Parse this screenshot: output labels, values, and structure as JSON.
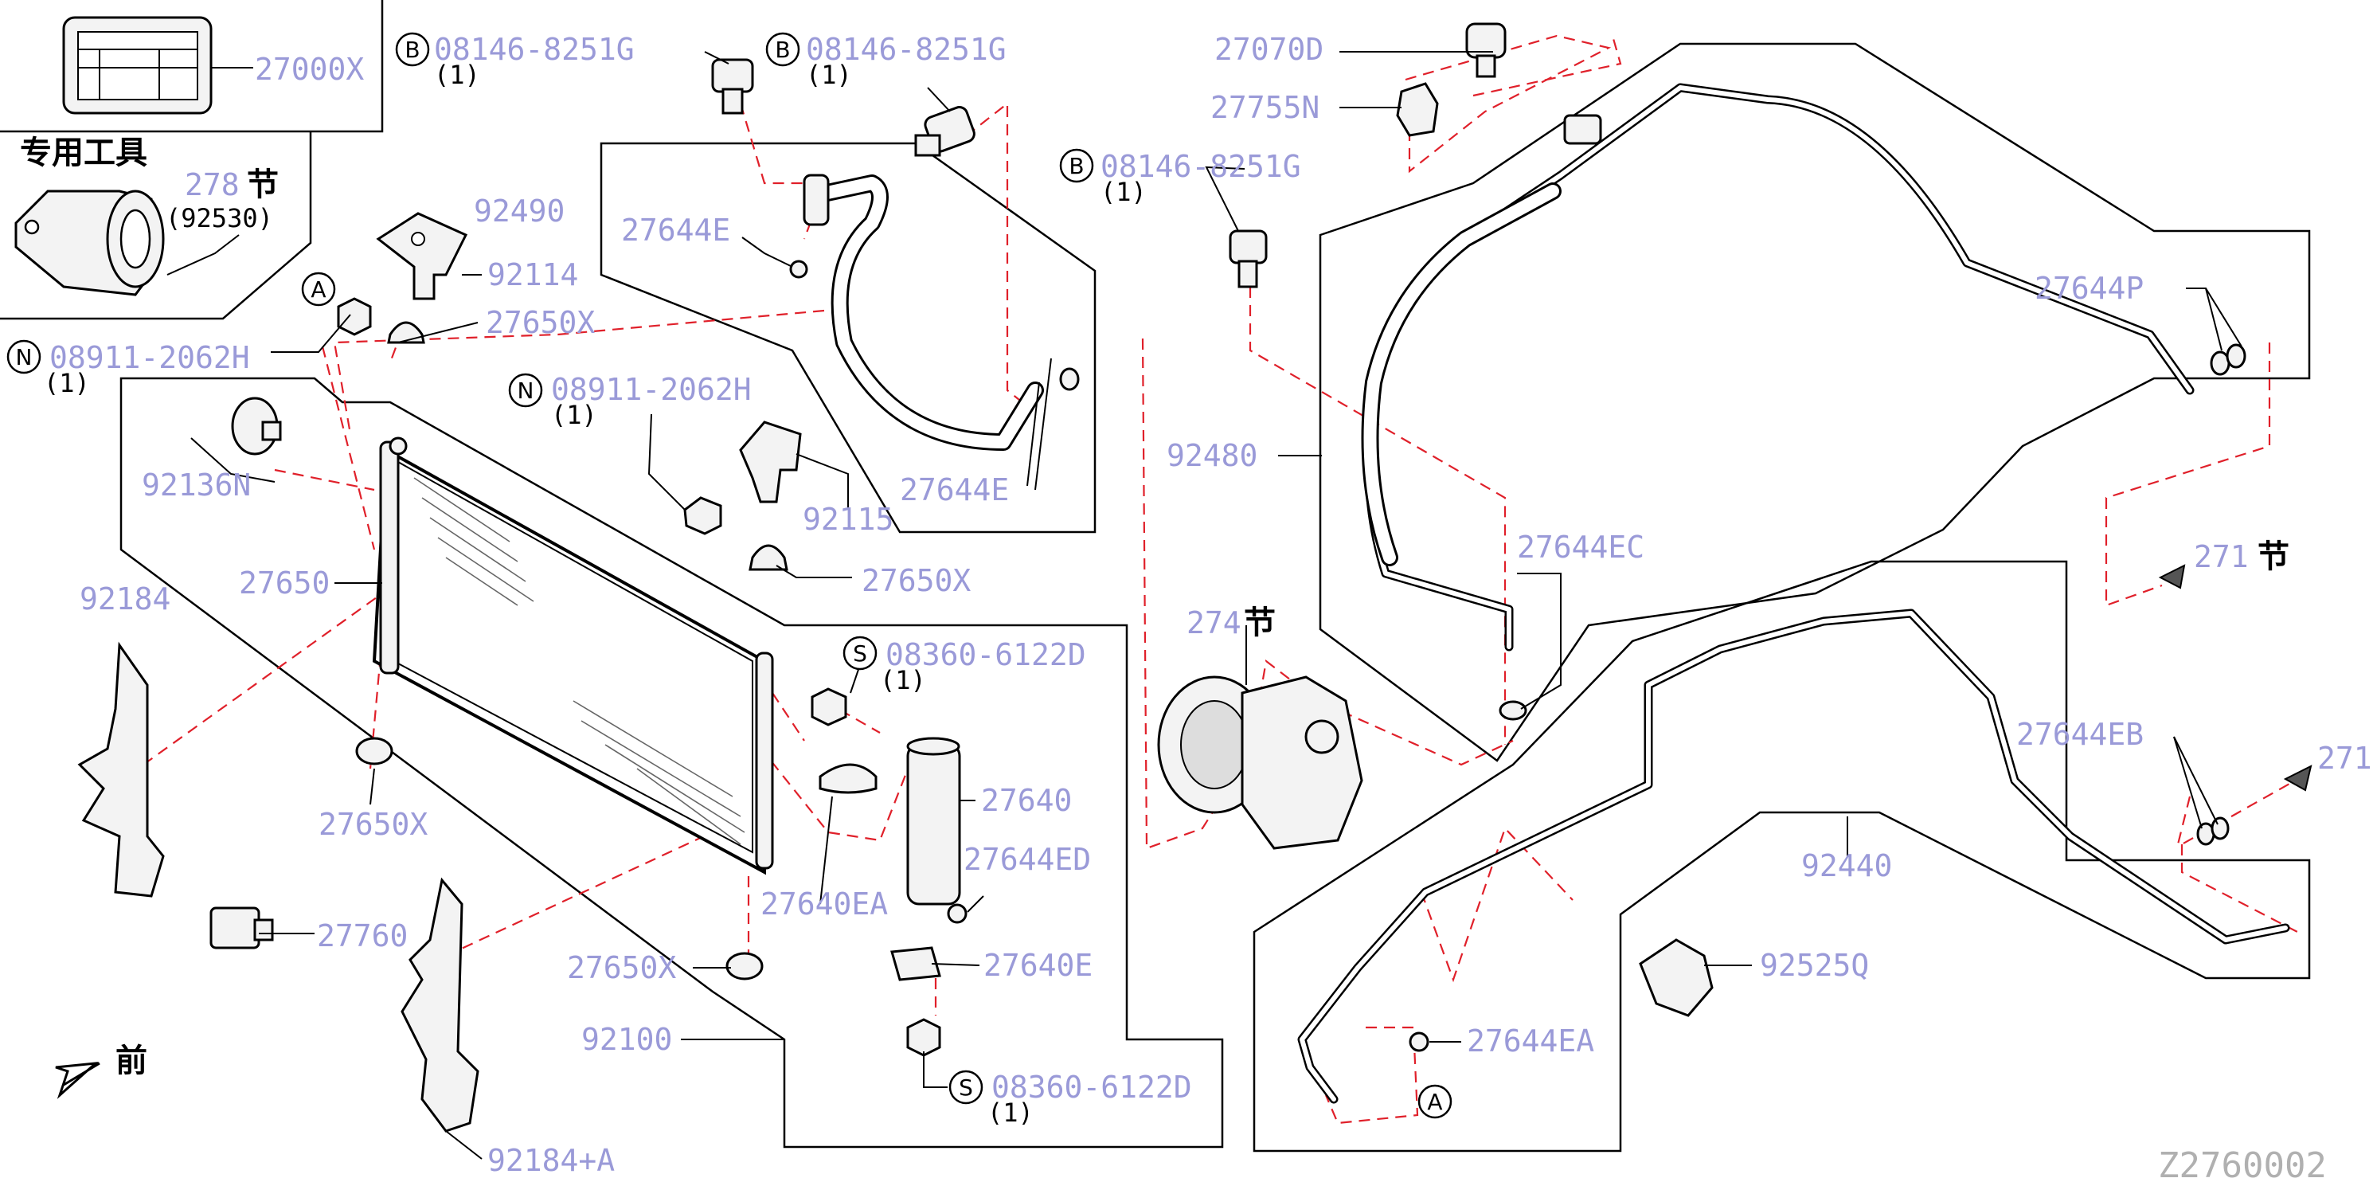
{
  "labels": {
    "p27000X": "27000X",
    "special_tool_title": "专用工具",
    "tool_code": "278",
    "tool_suffix": "节",
    "p92530": "(92530)",
    "b_bolt_1": "08146-8251G",
    "b_bolt_1_qty": "(1)",
    "b_bolt_2": "08146-8251G",
    "b_bolt_2_qty": "(1)",
    "b_bolt_3": "08146-8251G",
    "b_bolt_3_qty": "(1)",
    "p92490": "92490",
    "p27644E_top": "27644E",
    "p27644E_mid": "27644E",
    "p92114": "92114",
    "p27650X_top": "27650X",
    "n_nut_1": "08911-2062H",
    "n_nut_1_qty": "(1)",
    "n_nut_2": "08911-2062H",
    "n_nut_2_qty": "(1)",
    "p92136N": "92136N",
    "p92115": "92115",
    "p27650X_mid": "27650X",
    "p27650": "27650",
    "p92184": "92184",
    "p27650X_bottom_left": "27650X",
    "p27760": "27760",
    "p92184A": "92184+A",
    "p27650X_bottom": "27650X",
    "p92100": "92100",
    "s_bolt_1": "08360-6122D",
    "s_bolt_1_qty": "(1)",
    "s_bolt_2": "08360-6122D",
    "s_bolt_2_qty": "(1)",
    "p27640": "27640",
    "p27644ED": "27644ED",
    "p27640EA": "27640EA",
    "p27640E": "27640E",
    "front_label": "前",
    "p27070D": "27070D",
    "p27755N": "27755N",
    "p27644P": "27644P",
    "p92480": "92480",
    "p27644EC": "27644EC",
    "compressor_code": "274",
    "compressor_suffix": "节",
    "p271_upper": "271",
    "p271_upper_suffix": "节",
    "p27644EB": "27644EB",
    "p271_right": "271",
    "p92440": "92440",
    "p92525Q": "92525Q",
    "p27644EA": "27644EA",
    "diagram_code": "Z2760002"
  },
  "badges": {
    "B": "B",
    "N": "N",
    "S": "S",
    "A": "A"
  },
  "colors": {
    "part_label": "#9a9ad8",
    "guide_line": "#e0202a",
    "outline": "#000000",
    "diagram_code": "#b0b0b0"
  }
}
